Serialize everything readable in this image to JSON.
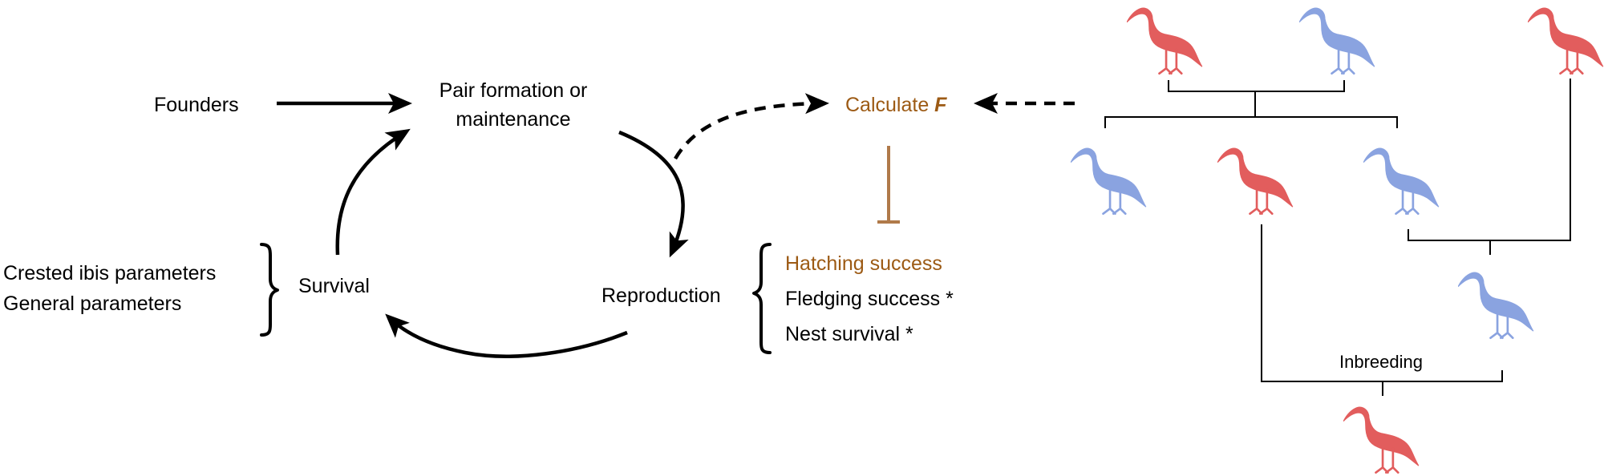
{
  "labels": {
    "founders": "Founders",
    "pair_line1": "Pair formation or",
    "pair_line2": "maintenance",
    "calculate": "Calculate ",
    "calculate_symbol": "F",
    "survival": "Survival",
    "reproduction": "Reproduction",
    "param_crested": "Crested ibis parameters",
    "param_general": "General parameters",
    "hatching": "Hatching success",
    "fledging": "Fledging success *",
    "nest": "Nest survival *",
    "inbreeding": "Inbreeding"
  },
  "colors": {
    "accent_brown": "#9c5a14",
    "inhibitor_brown": "#b07a4a",
    "ibis_red": "#e25d5d",
    "ibis_blue": "#8aa3e0",
    "line": "#000000"
  },
  "pedigree": {
    "generation_1": [
      "red",
      "blue",
      "red"
    ],
    "generation_2": [
      "blue",
      "red",
      "blue"
    ],
    "generation_3": [
      "blue"
    ],
    "offspring": [
      "red"
    ]
  }
}
